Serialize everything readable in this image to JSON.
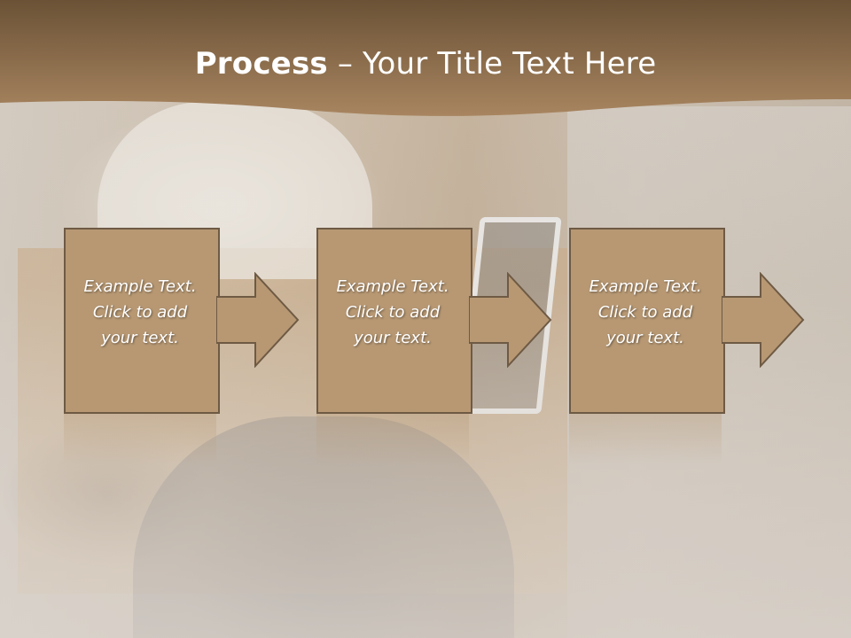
{
  "slide": {
    "title_bold": "Process",
    "title_rest": " – Your Title Text Here"
  },
  "steps": [
    {
      "line1": "Example Text.",
      "line2": "Click  to add",
      "line3": "your text."
    },
    {
      "line1": "Example Text.",
      "line2": "Click  to add",
      "line3": "your text."
    },
    {
      "line1": "Example Text.",
      "line2": "Click  to add",
      "line3": "your text."
    }
  ],
  "colors": {
    "header_dark": "#6b5236",
    "header_light": "#a88560",
    "box_fill": "#b79873",
    "box_border": "#6e5a44",
    "title_text": "#ffffff"
  }
}
